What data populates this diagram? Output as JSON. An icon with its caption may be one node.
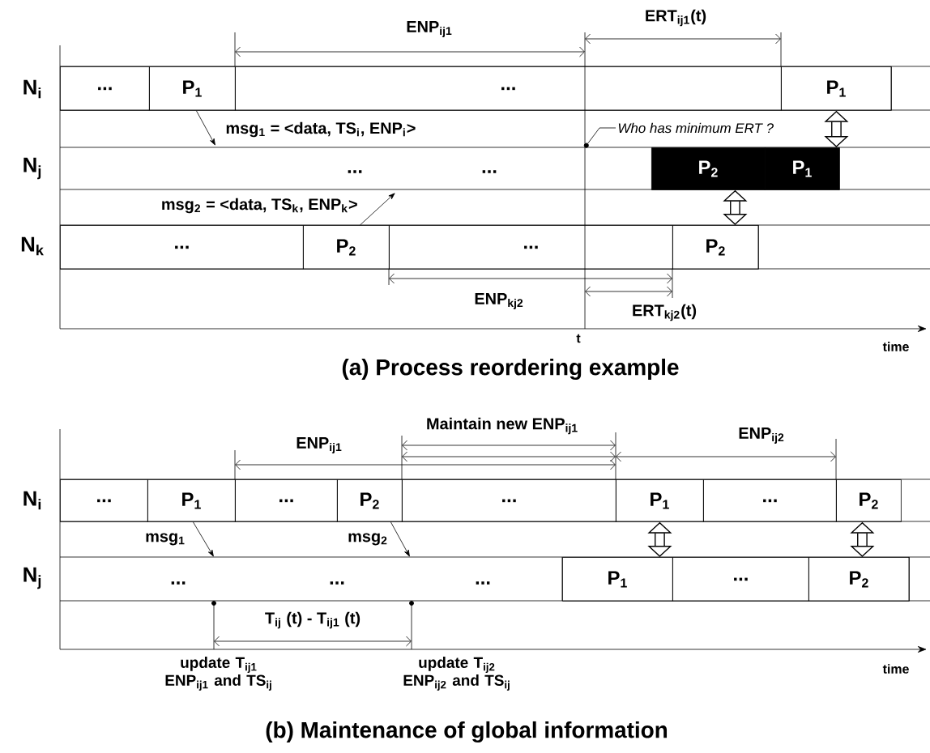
{
  "diagram": {
    "nodes": [
      {
        "text": [
          "..."
        ]
      },
      {
        "text": [
          "P$_{1}$"
        ]
      },
      {
        "text": [
          "..."
        ]
      },
      {
        "text": [
          "P$_{1}$"
        ]
      },
      {
        "text": [
          "P$_{2}$"
        ]
      },
      {
        "text": [
          "P$_{1}$"
        ]
      },
      {
        "text": [
          "..."
        ]
      },
      {
        "text": [
          "P$_{2}$"
        ]
      },
      {
        "text": [
          "..."
        ]
      },
      {
        "text": [
          "P$_{2}$"
        ]
      },
      {
        "text": [
          "Who has minimum ERT ?"
        ]
      },
      {
        "text": [
          "..."
        ]
      },
      {
        "text": [
          "P$_{1}$"
        ]
      },
      {
        "text": [
          "..."
        ]
      },
      {
        "text": [
          "P$_{2}$"
        ]
      },
      {
        "text": [
          "..."
        ]
      },
      {
        "text": [
          "P$_{1}$"
        ]
      },
      {
        "text": [
          "..."
        ]
      },
      {
        "text": [
          "P$_{2}$"
        ]
      },
      {
        "text": [
          "P$_{1}$"
        ]
      },
      {
        "text": [
          "..."
        ]
      },
      {
        "text": [
          "P$_{2}$"
        ]
      }
    ],
    "edges": [
      {
        "from": 1,
        "to": null,
        "arrow": "to",
        "label": "msg$_{1}$ = <data, TS$_{i}$, ENP$_{i}$>"
      },
      {
        "from": 7,
        "to": null,
        "arrow": "to",
        "label": "msg$_{2}$ = <data, TS$_{k}$, ENP$_{k}$>"
      },
      {
        "from": 3,
        "to": 5,
        "arrow": "both",
        "style": "thick"
      },
      {
        "from": 9,
        "to": 4,
        "arrow": "both",
        "style": "thick"
      },
      {
        "from": 10,
        "to": null,
        "arrow": "to"
      },
      {
        "from": 12,
        "to": null,
        "arrow": "to",
        "label": "msg$_{1}$"
      },
      {
        "from": 14,
        "to": null,
        "arrow": "to",
        "label": "msg$_{2}$"
      },
      {
        "from": 16,
        "to": 19,
        "arrow": "both",
        "style": "thick"
      },
      {
        "from": 18,
        "to": 21,
        "arrow": "both",
        "style": "thick"
      }
    ],
    "labels": [
      "N$_{i}$",
      "ENP$_{ij1}$",
      "ERT$_{ij1}$(t)",
      "N$_{j}$",
      "...",
      "...",
      "N$_{k}$",
      "ENP$_{kj2}$",
      "ERT$_{kj2}$(t)",
      "t",
      "time",
      "(a) Process reordering example",
      "ENP$_{ij1}$",
      "Maintain new ENP$_{ij1}$",
      "ENP$_{ij2}$",
      "N$_{i}$",
      "N$_{j}$",
      "...",
      "...",
      "...",
      "T$_{ij}$ (t) - T$_{ij1}$ (t)",
      "update T$_{ij1}$ ENP$_{ij1}$ and TS$_{ij}$",
      "update T$_{ij2}$ ENP$_{ij2}$ and TS$_{ij}$",
      "time",
      "(b) Maintenance of global information"
    ]
  }
}
